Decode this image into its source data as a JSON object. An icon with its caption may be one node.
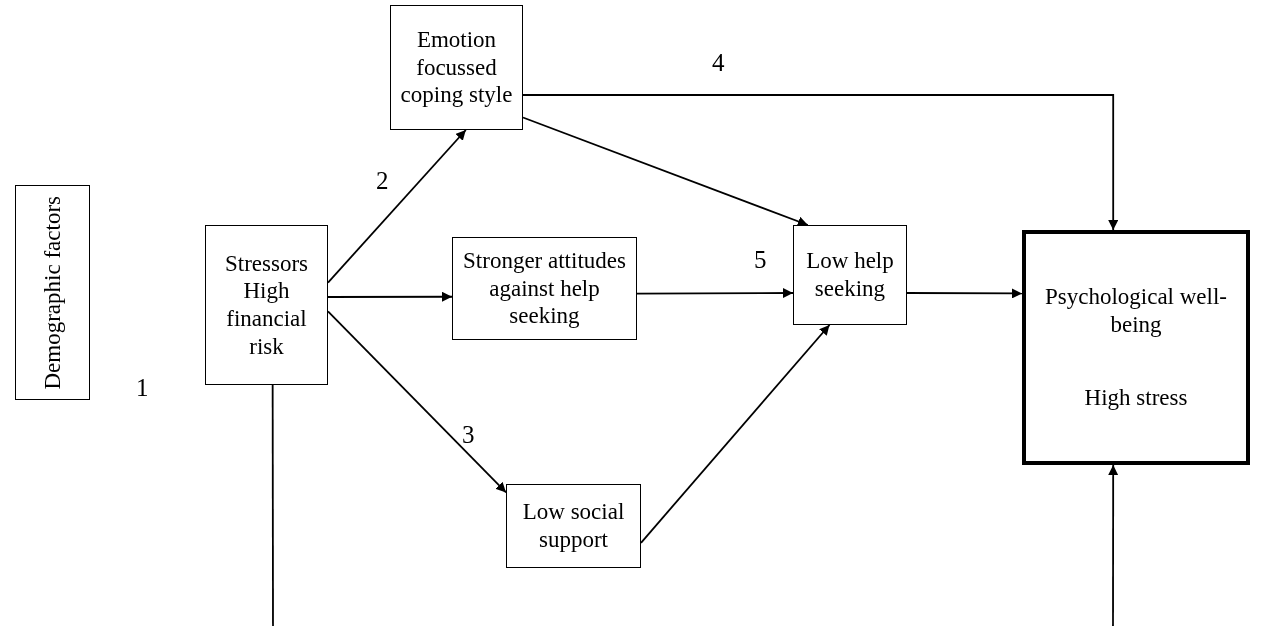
{
  "diagram": {
    "nodes": [
      {
        "text": [
          "Demographic factors"
        ]
      },
      {
        "text": [
          "Stressors",
          "High financial risk"
        ]
      },
      {
        "text": [
          "Emotion focussed coping style"
        ]
      },
      {
        "text": [
          "Stronger attitudes against help seeking"
        ]
      },
      {
        "text": [
          "Low help seeking"
        ]
      },
      {
        "text": [
          "Low social support"
        ]
      },
      {
        "text": [
          "Psychological well-being",
          "High stress"
        ]
      }
    ],
    "edges": [
      {
        "from": 1,
        "to": 2,
        "arrow": "to"
      },
      {
        "from": 1,
        "to": 3,
        "arrow": "to"
      },
      {
        "from": 1,
        "to": 5,
        "arrow": "to"
      },
      {
        "from": 2,
        "to": 4,
        "arrow": "to"
      },
      {
        "from": 2,
        "to": 6,
        "arrow": "to"
      },
      {
        "from": 3,
        "to": 4,
        "arrow": "to"
      },
      {
        "from": 5,
        "to": 4,
        "arrow": "to"
      },
      {
        "from": 4,
        "to": 6,
        "arrow": "to"
      },
      {
        "from": 1,
        "to": null,
        "arrow": "none"
      },
      {
        "from": null,
        "to": 6,
        "arrow": "to"
      }
    ],
    "labels": [
      "1",
      "2",
      "3",
      "4",
      "5"
    ]
  }
}
